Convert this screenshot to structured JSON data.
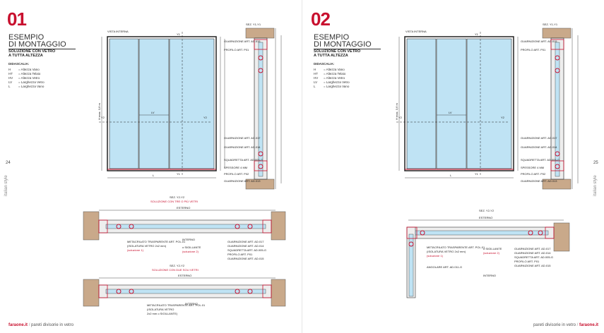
{
  "left": {
    "number": "01",
    "title_line1": "ESEMPIO",
    "title_line2": "DI MONTAGGIO",
    "subtitle_line1": "SOLUZIONE CON VETRO",
    "subtitle_line2": "A TUTTA ALTEZZA",
    "legend_title": "DIDASCALIA:",
    "legend": [
      {
        "k": "H",
        "v": "= Altezza Vano"
      },
      {
        "k": "HT",
        "v": "= Altezza Telaio"
      },
      {
        "k": "HV",
        "v": "= Altezza Vetro"
      },
      {
        "k": "LV",
        "v": "= Larghezza Vetro"
      },
      {
        "k": "L",
        "v": "= Larghezza Vano"
      }
    ],
    "page_number": "24",
    "side_text": "italian style",
    "footer_brand": "faraone.it",
    "footer_text": "pareti divisorie in vetro",
    "elevation": {
      "vista": "VISTA INTERNA",
      "y1": "Y1",
      "y2": "Y2",
      "lv": "LV",
      "l": "L",
      "hmax": "H max. 3,6 m"
    },
    "section_y1": {
      "title": "SEZ. Y1-Y1",
      "labels": [
        "GUARNIZIONE ART. AD.015",
        "PROFILO ART. P01",
        "GUARNIZIONE ART. AD.017",
        "GUARNIZIONE ART. AD.014",
        "SQUADRETTA ART. AD.005-G",
        "SPESSORE 4 MM",
        "PROFILO ART. P02",
        "GUARNIZIONE ART. AD.013"
      ]
    },
    "section_y2a": {
      "title": "SEZ. Y2-Y2",
      "subtitle": "SOLUZIONE CON TRE O PIÙ VETRI",
      "esterno": "ESTERNO",
      "interno": "INTERNO",
      "labels_left": [
        "METACRILATO TRASPARENTE ART. POL.01",
        "(ISOLATURA VETRO 2x2 mm)",
        "(soluzione 1)"
      ],
      "sigillante": "o SIGILLANTE",
      "sig_note": "(soluzione 2)",
      "labels_right": [
        "GUARNIZIONE ART. AD.017",
        "GUARNIZIONE ART. AD.014",
        "SQUADRETTA ART. AD.005-G",
        "PROFILO ART. P01",
        "GUARNIZIONE ART. AD.015"
      ]
    },
    "section_y2b": {
      "title": "SEZ. Y2-Y2",
      "subtitle": "SOLUZIONE CON DUE SOLI VETRI",
      "esterno": "ESTERNO",
      "interno": "INTERNO",
      "labels": [
        "METACRILATO TRASPARENTE ART. POL.01",
        "(ISOLATURA VETRO",
        "2x2 mm o SIGILLANTE)"
      ]
    }
  },
  "right": {
    "number": "02",
    "title_line1": "ESEMPIO",
    "title_line2": "DI MONTAGGIO",
    "subtitle_line1": "SOLUZIONE CON VETRO",
    "subtitle_line2": "A TUTTA ALTEZZA",
    "legend_title": "DIDASCALIA:",
    "legend": [
      {
        "k": "H",
        "v": "= Altezza Vano"
      },
      {
        "k": "HT",
        "v": "= Altezza Telaio"
      },
      {
        "k": "HV",
        "v": "= Altezza Vetro"
      },
      {
        "k": "LV",
        "v": "= Larghezza Vetro"
      },
      {
        "k": "L",
        "v": "= Larghezza Vano"
      }
    ],
    "page_number": "25",
    "side_text": "italian style",
    "footer_brand": "faraone.it",
    "footer_text": "pareti divisorie in vetro",
    "elevation": {
      "vista": "VISTA INTERNA",
      "y1": "Y1",
      "y2": "Y2",
      "lv": "LV",
      "l": "L",
      "hmax": "H max. 3,6 m"
    },
    "section_y1": {
      "title": "SEZ. Y1-Y1",
      "labels": [
        "GUARNIZIONE ART. AD.015",
        "PROFILO ART. P01",
        "GUARNIZIONE ART. AD.017",
        "GUARNIZIONE ART. AD.014",
        "SQUADRETTA ART. AD.005-G",
        "SPESSORE 4 MM",
        "PROFILO ART. P02",
        "GUARNIZIONE ART. AD.013"
      ]
    },
    "section_y2": {
      "title": "SEZ. Y2-Y2",
      "esterno": "ESTERNO",
      "interno": "INTERNO",
      "labels_left": [
        "METACRILATO TRASPARENTE ART. POL.01",
        "(ISOLATURA VETRO 2x2 mm)",
        "(soluzione 1)"
      ],
      "sigillante": "o SIGILLANTE",
      "sig_note": "(soluzione 2)",
      "angolare": "ANGOLARE ART. AD.011-G",
      "labels_right": [
        "GUARNIZIONE ART. AD.017",
        "GUARNIZIONE ART. AD.014",
        "SQUADRETTA ART. AD.005-G",
        "PROFILO ART. P01",
        "GUARNIZIONE ART. AD.015"
      ]
    }
  },
  "colors": {
    "accent": "#c8102e",
    "glass": "#bfe3f4",
    "frame": "#3a3a3a",
    "wall": "#c9a98a"
  }
}
